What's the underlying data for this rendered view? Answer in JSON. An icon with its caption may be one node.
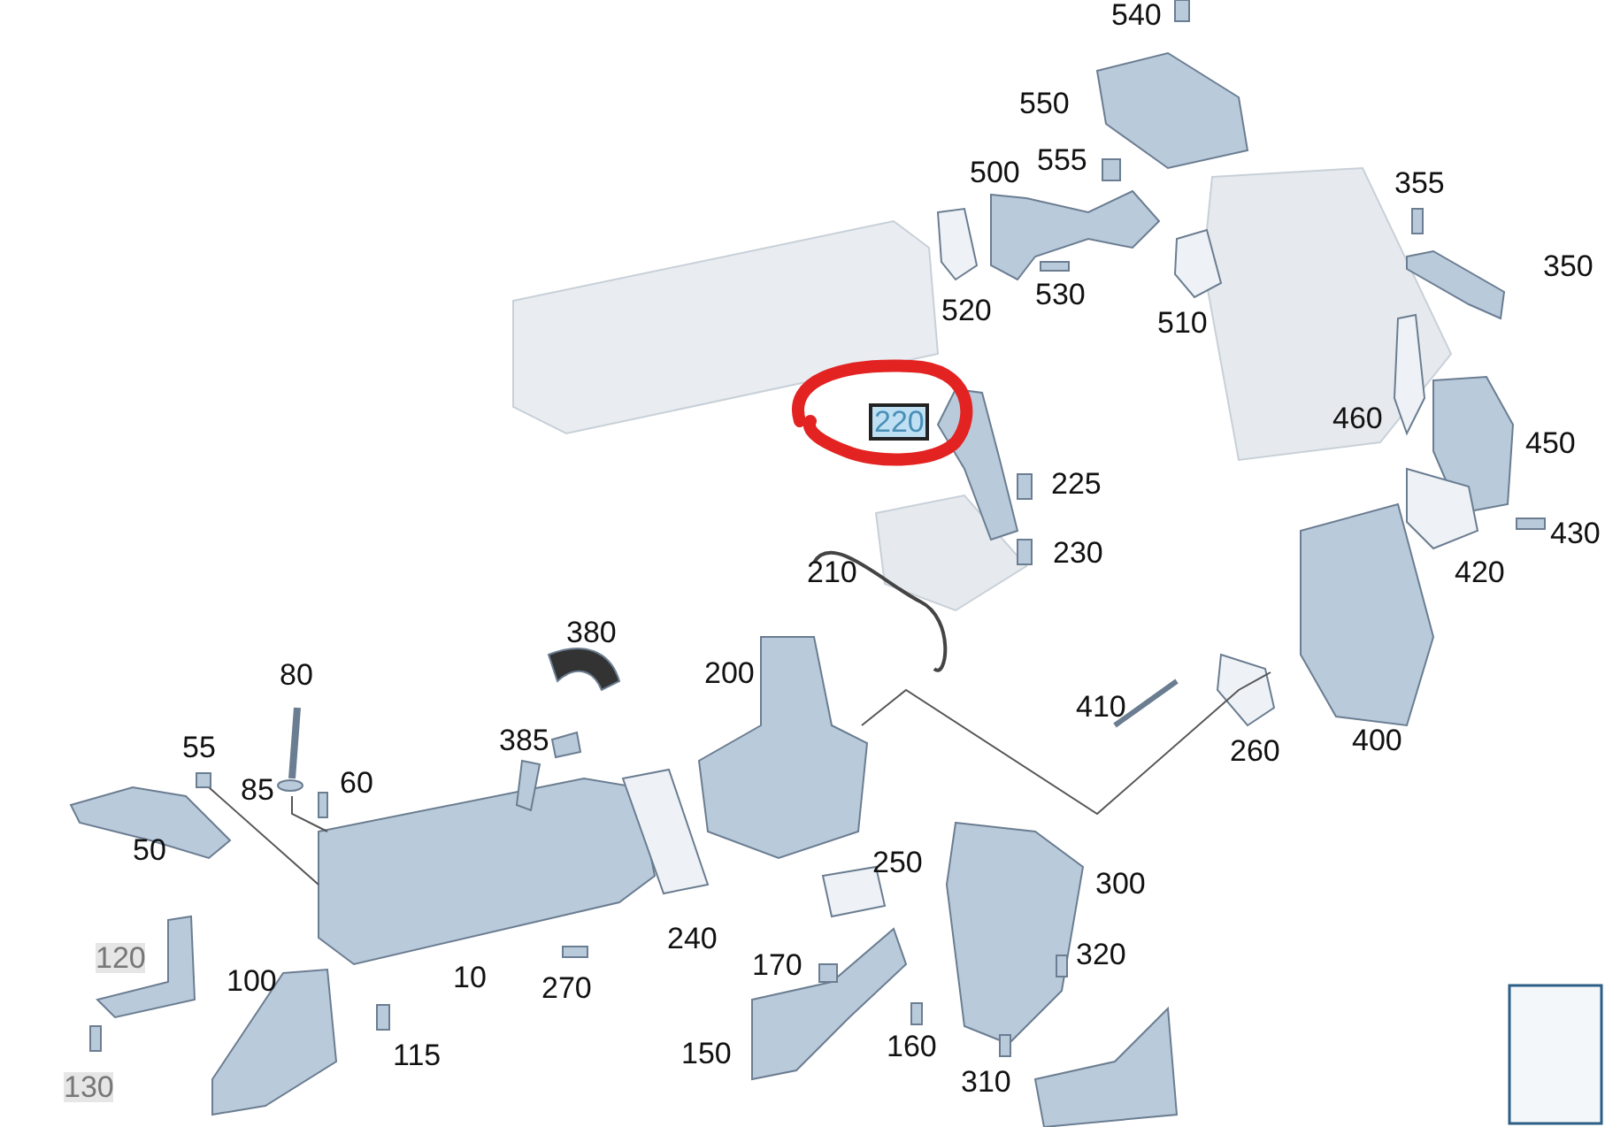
{
  "diagram": {
    "labels": [
      "540",
      "550",
      "555",
      "500",
      "355",
      "350",
      "530",
      "520",
      "510",
      "220",
      "460",
      "450",
      "225",
      "430",
      "230",
      "420",
      "210",
      "380",
      "80",
      "200",
      "410",
      "400",
      "385",
      "260",
      "55",
      "60",
      "85",
      "50",
      "250",
      "300",
      "240",
      "120",
      "170",
      "320",
      "10",
      "100",
      "270",
      "160",
      "150",
      "115",
      "310",
      "130"
    ]
  }
}
